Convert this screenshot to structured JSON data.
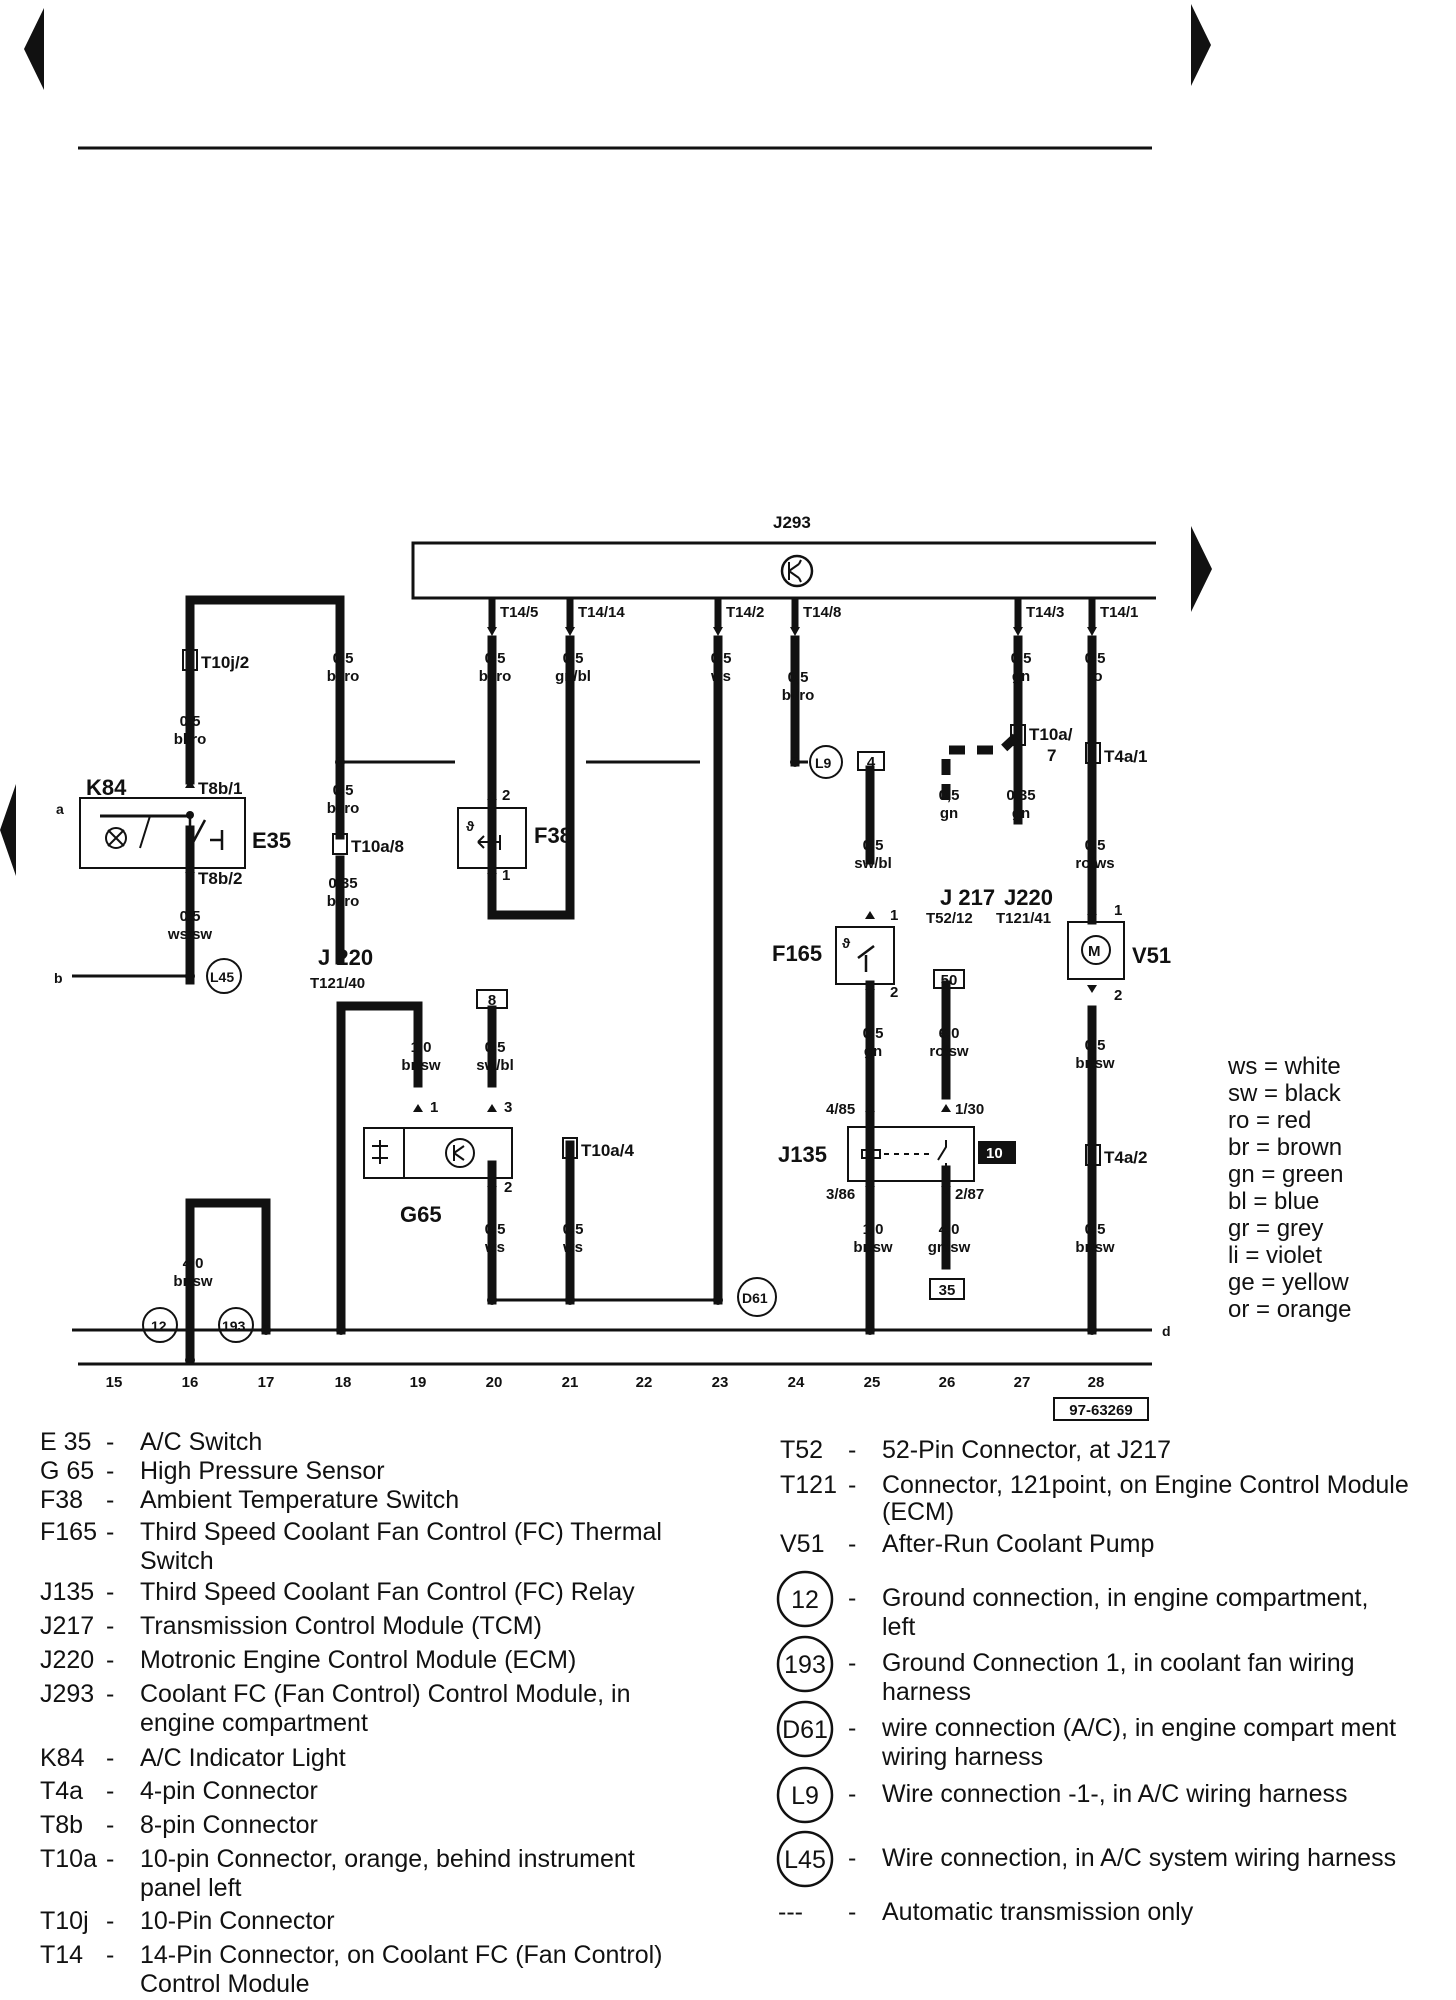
{
  "nav": {
    "prev_icon": "triangle-left-icon",
    "next_icon": "triangle-right-icon"
  },
  "module": {
    "name": "J293",
    "pins": [
      "T14/5",
      "T14/14",
      "T14/2",
      "T14/8",
      "T14/3",
      "T14/1"
    ]
  },
  "wires": {
    "w16": "4,0",
    "w16c": "br/sw",
    "w18a": "0,5",
    "w18ac": "bl/ro",
    "w18b": "0,5",
    "w18bc": "bl/ro",
    "w18c": "0,35",
    "w18cc": "bl/ro",
    "w16b": "0,5",
    "w16bc": "bl/ro",
    "w16e": "0,5",
    "w16ec": "ws/sw",
    "w20a": "0,5",
    "w20ac": "bl/ro",
    "w21a": "0,5",
    "w21ac": "gn/bl",
    "w23a": "0,5",
    "w23ac": "ws",
    "w24a": "0,5",
    "w24ac": "bl/ro",
    "w27a": "0,5",
    "w27ac": "gn",
    "w28a": "0,5",
    "w28ac": "ro",
    "w26a": "0,5",
    "w26ac": "gn",
    "w27b": "0,35",
    "w27bc": "gn",
    "w25a": "0,5",
    "w25ac": "sw/bl",
    "w28b": "0,5",
    "w28bc": "ro/ws",
    "w19a": "1,0",
    "w19ac": "br/sw",
    "w20b": "0,5",
    "w20bc": "sw/bl",
    "w25b": "0,5",
    "w25bc": "gn",
    "w26b": "6,0",
    "w26bc": "ro/sw",
    "w28c": "0,5",
    "w28cc": "br/sw",
    "w20c": "0,5",
    "w20cc": "ws",
    "w21c": "0,5",
    "w21cc": "ws",
    "w25c": "1,0",
    "w25cc": "br/sw",
    "w26c": "4,0",
    "w26cc": "gn/sw",
    "w28d": "0,5",
    "w28dc": "br/sw"
  },
  "components": {
    "K84": "K84",
    "E35": "E35",
    "F38": "F38",
    "F165": "F165",
    "V51": "V51",
    "G65": "G65",
    "J135": "J135",
    "J220a": "J 220",
    "J220a_pin": "T121/40",
    "J217": "J 217",
    "J217_pin": "T52/12",
    "J220b": "J220",
    "J220b_pin": "T121/41"
  },
  "connectors": {
    "T10j2": "T10j/2",
    "T8b1": "T8b/1",
    "T8b2": "T8b/2",
    "T10a8": "T10a/8",
    "T10a7a": "T10a/",
    "T10a7b": "7",
    "T4a1": "T4a/1",
    "T10a4": "T10a/4",
    "T4a2": "T4a/2"
  },
  "pins": {
    "f38_2": "2",
    "f38_1": "1",
    "f165_1": "1",
    "f165_2": "2",
    "v51_1": "1",
    "v51_2": "2",
    "g65_1": "1",
    "g65_3": "3",
    "g65_2": "2",
    "j135_485": "4/85",
    "j135_386": "3/86",
    "j135_130": "1/30",
    "j135_287": "2/87"
  },
  "refs": {
    "r4": "4",
    "r8": "8",
    "r50": "50",
    "r10": "10",
    "r35": "35"
  },
  "grounds": {
    "g12": "12",
    "g193": "193",
    "d61": "D61",
    "l9": "L9",
    "l45": "L45"
  },
  "side_labels": {
    "a": "a",
    "b": "b",
    "d": "d"
  },
  "tracks": [
    "15",
    "16",
    "17",
    "18",
    "19",
    "20",
    "21",
    "22",
    "23",
    "24",
    "25",
    "26",
    "27",
    "28"
  ],
  "diagram_id": "97-63269",
  "color_legend": [
    "ws = white",
    "sw = black",
    "ro = red",
    "br = brown",
    "gn = green",
    "bl = blue",
    "gr = grey",
    "li = violet",
    "ge = yellow",
    "or = orange"
  ],
  "key_left": [
    {
      "code": "E 35",
      "desc": "A/C Switch"
    },
    {
      "code": "G 65",
      "desc": "High Pressure Sensor"
    },
    {
      "code": "F38",
      "desc": "Ambient Temperature Switch"
    },
    {
      "code": "F165",
      "desc": "Third Speed Coolant Fan Control (FC) Thermal",
      "desc2": "Switch"
    },
    {
      "code": "J135",
      "desc": "Third Speed Coolant Fan Control (FC) Relay"
    },
    {
      "code": "J217",
      "desc": "Transmission Control Module (TCM)"
    },
    {
      "code": "J220",
      "desc": "Motronic Engine Control Module (ECM)"
    },
    {
      "code": "J293",
      "desc": "Coolant FC (Fan Control) Control Module, in",
      "desc2": "engine compartment"
    },
    {
      "code": "K84",
      "desc": "A/C Indicator Light"
    },
    {
      "code": "T4a",
      "desc": "4-pin Connector"
    },
    {
      "code": "T8b",
      "desc": "8-pin Connector"
    },
    {
      "code": "T10a",
      "desc": "10-pin Connector, orange, behind instrument",
      "desc2": "panel left"
    },
    {
      "code": "T10j",
      "desc": "10-Pin Connector"
    },
    {
      "code": "T14",
      "desc": "14-Pin Connector, on Coolant FC (Fan Control)",
      "desc2": "Control Module"
    }
  ],
  "key_right": [
    {
      "code": "T52",
      "desc": "52-Pin Connector, at J217"
    },
    {
      "code": "T121",
      "desc": "Connector, 121point, on Engine Control Module",
      "desc2": "(ECM)"
    },
    {
      "code": "V51",
      "desc": "After-Run Coolant Pump"
    }
  ],
  "key_grounds": [
    {
      "code": "12",
      "desc": "Ground connection, in engine compartment,",
      "desc2": "left"
    },
    {
      "code": "193",
      "desc": "Ground Connection 1, in coolant fan wiring",
      "desc2": "harness"
    },
    {
      "code": "D61",
      "desc": "wire connection (A/C), in engine compart ment",
      "desc2": "wiring harness"
    },
    {
      "code": "L9",
      "desc": "Wire connection -1-, in A/C wiring harness"
    },
    {
      "code": "L45",
      "desc": "Wire connection, in A/C system wiring harness"
    },
    {
      "code": "---",
      "desc": "Automatic transmission only"
    }
  ],
  "dash": "-"
}
